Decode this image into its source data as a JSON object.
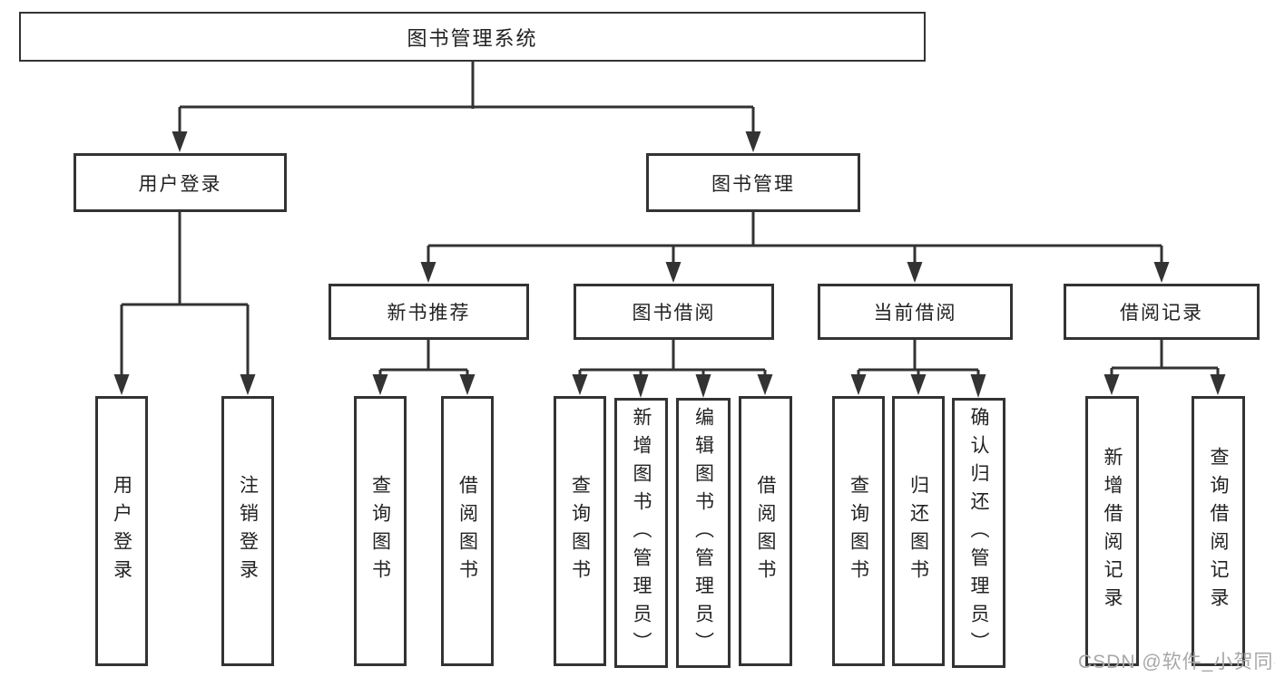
{
  "root_label": "图书管理系统",
  "level2": [
    "用户登录",
    "图书管理"
  ],
  "level3": [
    "新书推荐",
    "图书借阅",
    "当前借阅",
    "借阅记录"
  ],
  "leaves": {
    "user_login": [
      "用户登录",
      "注销登录"
    ],
    "new_books": [
      "查询图书",
      "借阅图书"
    ],
    "book_borrowing": [
      "查询图书",
      "新增图书（管理员）",
      "编辑图书（管理员）",
      "借阅图书"
    ],
    "current_borrowing": [
      "查询图书",
      "归还图书",
      "确认归还（管理员）"
    ],
    "borrowing_records": [
      "新增借阅记录",
      "查询借阅记录"
    ]
  },
  "watermark": "CSDN @软件_小贺同学",
  "colors": {
    "line": "#333333",
    "text": "#222222",
    "watermark": "#a8a8a8",
    "background": "#ffffff"
  }
}
